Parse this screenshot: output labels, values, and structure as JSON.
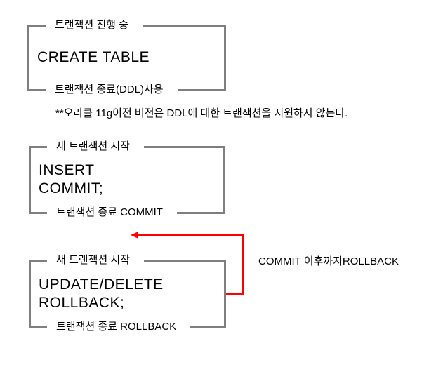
{
  "canvas": {
    "background": "#ffffff",
    "bracket_color": "#7f7f7f",
    "arrow_color": "#ff0000",
    "text_color": "#000000"
  },
  "blocks": [
    {
      "top_label": "트랜잭션 진행 중",
      "body_lines": [
        "CREATE TABLE"
      ],
      "bottom_label": "트랜잭션 종료(DDL)사용"
    },
    {
      "top_label": "새 트랜잭션 시작",
      "body_lines": [
        "INSERT",
        "COMMIT;"
      ],
      "bottom_label": "트랜잭션 종료 COMMIT"
    },
    {
      "top_label": "새 트랜잭션 시작",
      "body_lines": [
        "UPDATE/DELETE",
        "ROLLBACK;"
      ],
      "bottom_label": "트랜잭션 종료 ROLLBACK"
    }
  ],
  "note": "**오라클 11g이전 버전은 DDL에 대한 트랜잭션을 지원하지 않는다.",
  "arrow_label": "COMMIT 이후까지ROLLBACK"
}
